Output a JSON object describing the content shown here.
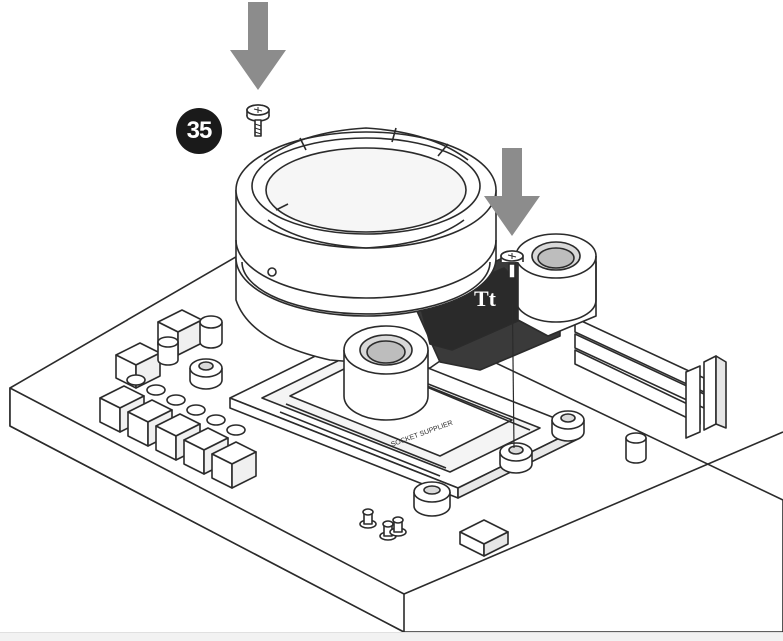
{
  "step": {
    "number": "35"
  },
  "brand": {
    "logo_text": "Tt"
  },
  "socket": {
    "marking": "SOCKET SUPPLIER"
  },
  "colors": {
    "line": "#2b2b2b",
    "fill": "#ffffff",
    "shade": "#d9d9d9",
    "dark": "#3a3a3a",
    "arrow": "#8c8c8c",
    "badge": "#1a1a1a"
  },
  "icons": {
    "arrows": "down-arrow-icon",
    "screws": "screw-icon"
  }
}
